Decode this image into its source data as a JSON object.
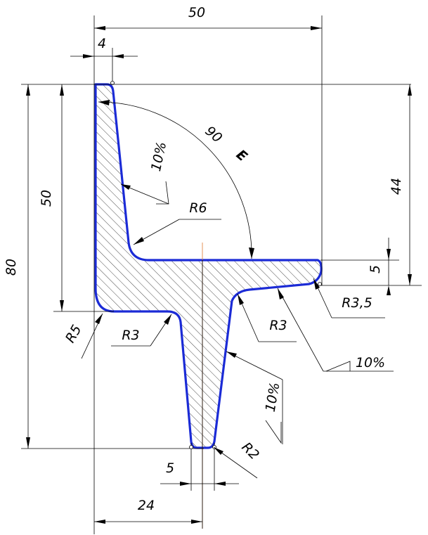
{
  "drawing": {
    "title": "",
    "dimensions": {
      "overall_width": "50",
      "flange_thickness": "4",
      "overall_height": "80",
      "vertical_leg_height": "50",
      "upper_height": "44",
      "shelf_thickness": "5",
      "stem_offset": "24",
      "stem_tip_width": "5",
      "angle": "90",
      "angle_tolerance_mark": "E"
    },
    "slopes": {
      "vertical_leg": "10%",
      "shelf_underside": "10%",
      "stem": "10%"
    },
    "radii": {
      "inner_corner": "R6",
      "outer_corner": "R5",
      "left_stem_fillet": "R3",
      "right_stem_fillet": "R3",
      "shelf_tip": "R3,5",
      "stem_tip": "R2"
    },
    "colors": {
      "profile_outline": "#1b2bd6",
      "hatch": "#000000",
      "dimension_lines": "#000000"
    }
  }
}
